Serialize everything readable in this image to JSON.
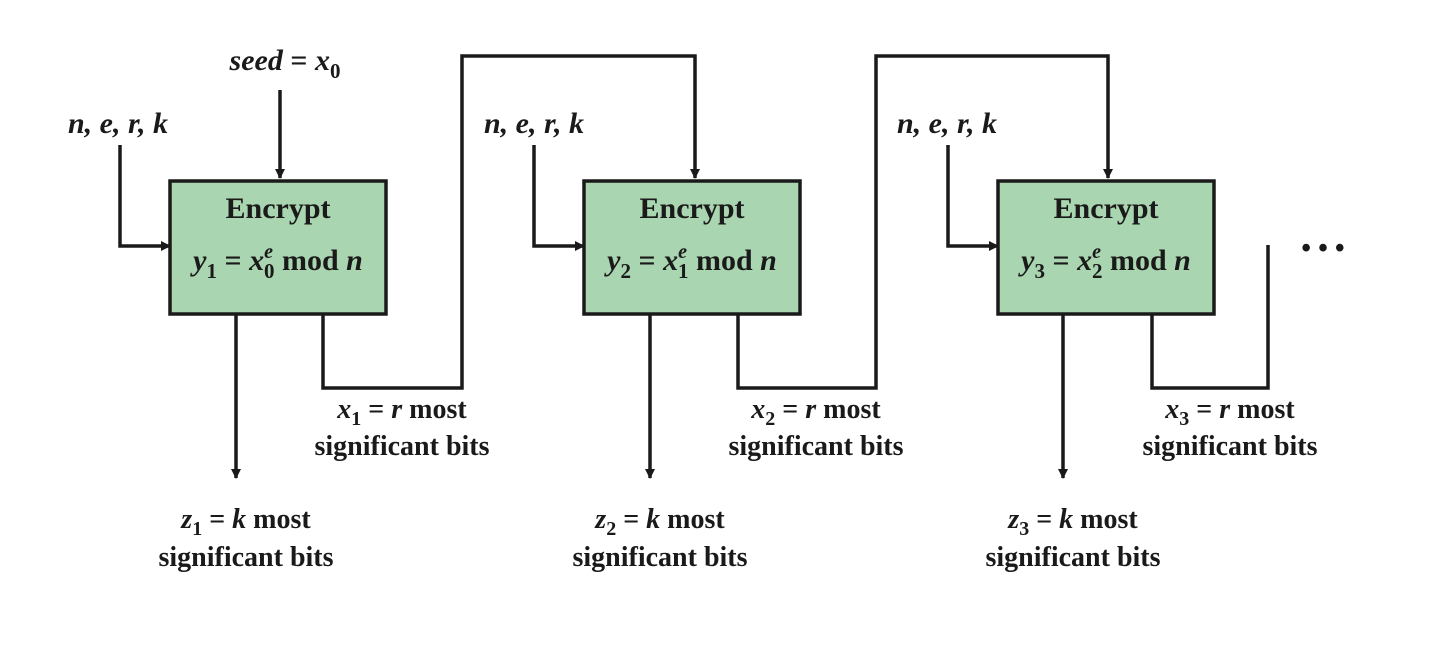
{
  "diagram": {
    "colors": {
      "box_fill": "#a9d5b0",
      "line": "#1a1a1a",
      "background": "#ffffff"
    },
    "seed": {
      "var": "seed",
      "eq": " = ",
      "x": "x",
      "sub": "0"
    },
    "params_label": "n, e, r, k",
    "ellipsis": "• • •",
    "stages": [
      {
        "title": "Encrypt",
        "formula": {
          "y": "y",
          "y_sub": "1",
          "eq": " = ",
          "x": "x",
          "x_sub": "0",
          "exp": "e",
          "mod": " mod ",
          "n": "n"
        },
        "x_out": {
          "var": "x",
          "sub": "1",
          "rest": " = ",
          "r": "r",
          "most": " most",
          "line2": "significant bits"
        },
        "z_out": {
          "var": "z",
          "sub": "1",
          "rest": " = ",
          "k": "k",
          "most": " most",
          "line2": "significant bits"
        }
      },
      {
        "title": "Encrypt",
        "formula": {
          "y": "y",
          "y_sub": "2",
          "eq": " = ",
          "x": "x",
          "x_sub": "1",
          "exp": "e",
          "mod": " mod ",
          "n": "n"
        },
        "x_out": {
          "var": "x",
          "sub": "2",
          "rest": " = ",
          "r": "r",
          "most": " most",
          "line2": "significant bits"
        },
        "z_out": {
          "var": "z",
          "sub": "2",
          "rest": " = ",
          "k": "k",
          "most": " most",
          "line2": "significant bits"
        }
      },
      {
        "title": "Encrypt",
        "formula": {
          "y": "y",
          "y_sub": "3",
          "eq": " = ",
          "x": "x",
          "x_sub": "2",
          "exp": "e",
          "mod": " mod ",
          "n": "n"
        },
        "x_out": {
          "var": "x",
          "sub": "3",
          "rest": " = ",
          "r": "r",
          "most": " most",
          "line2": "significant bits"
        },
        "z_out": {
          "var": "z",
          "sub": "3",
          "rest": " = ",
          "k": "k",
          "most": " most",
          "line2": "significant bits"
        }
      }
    ]
  }
}
